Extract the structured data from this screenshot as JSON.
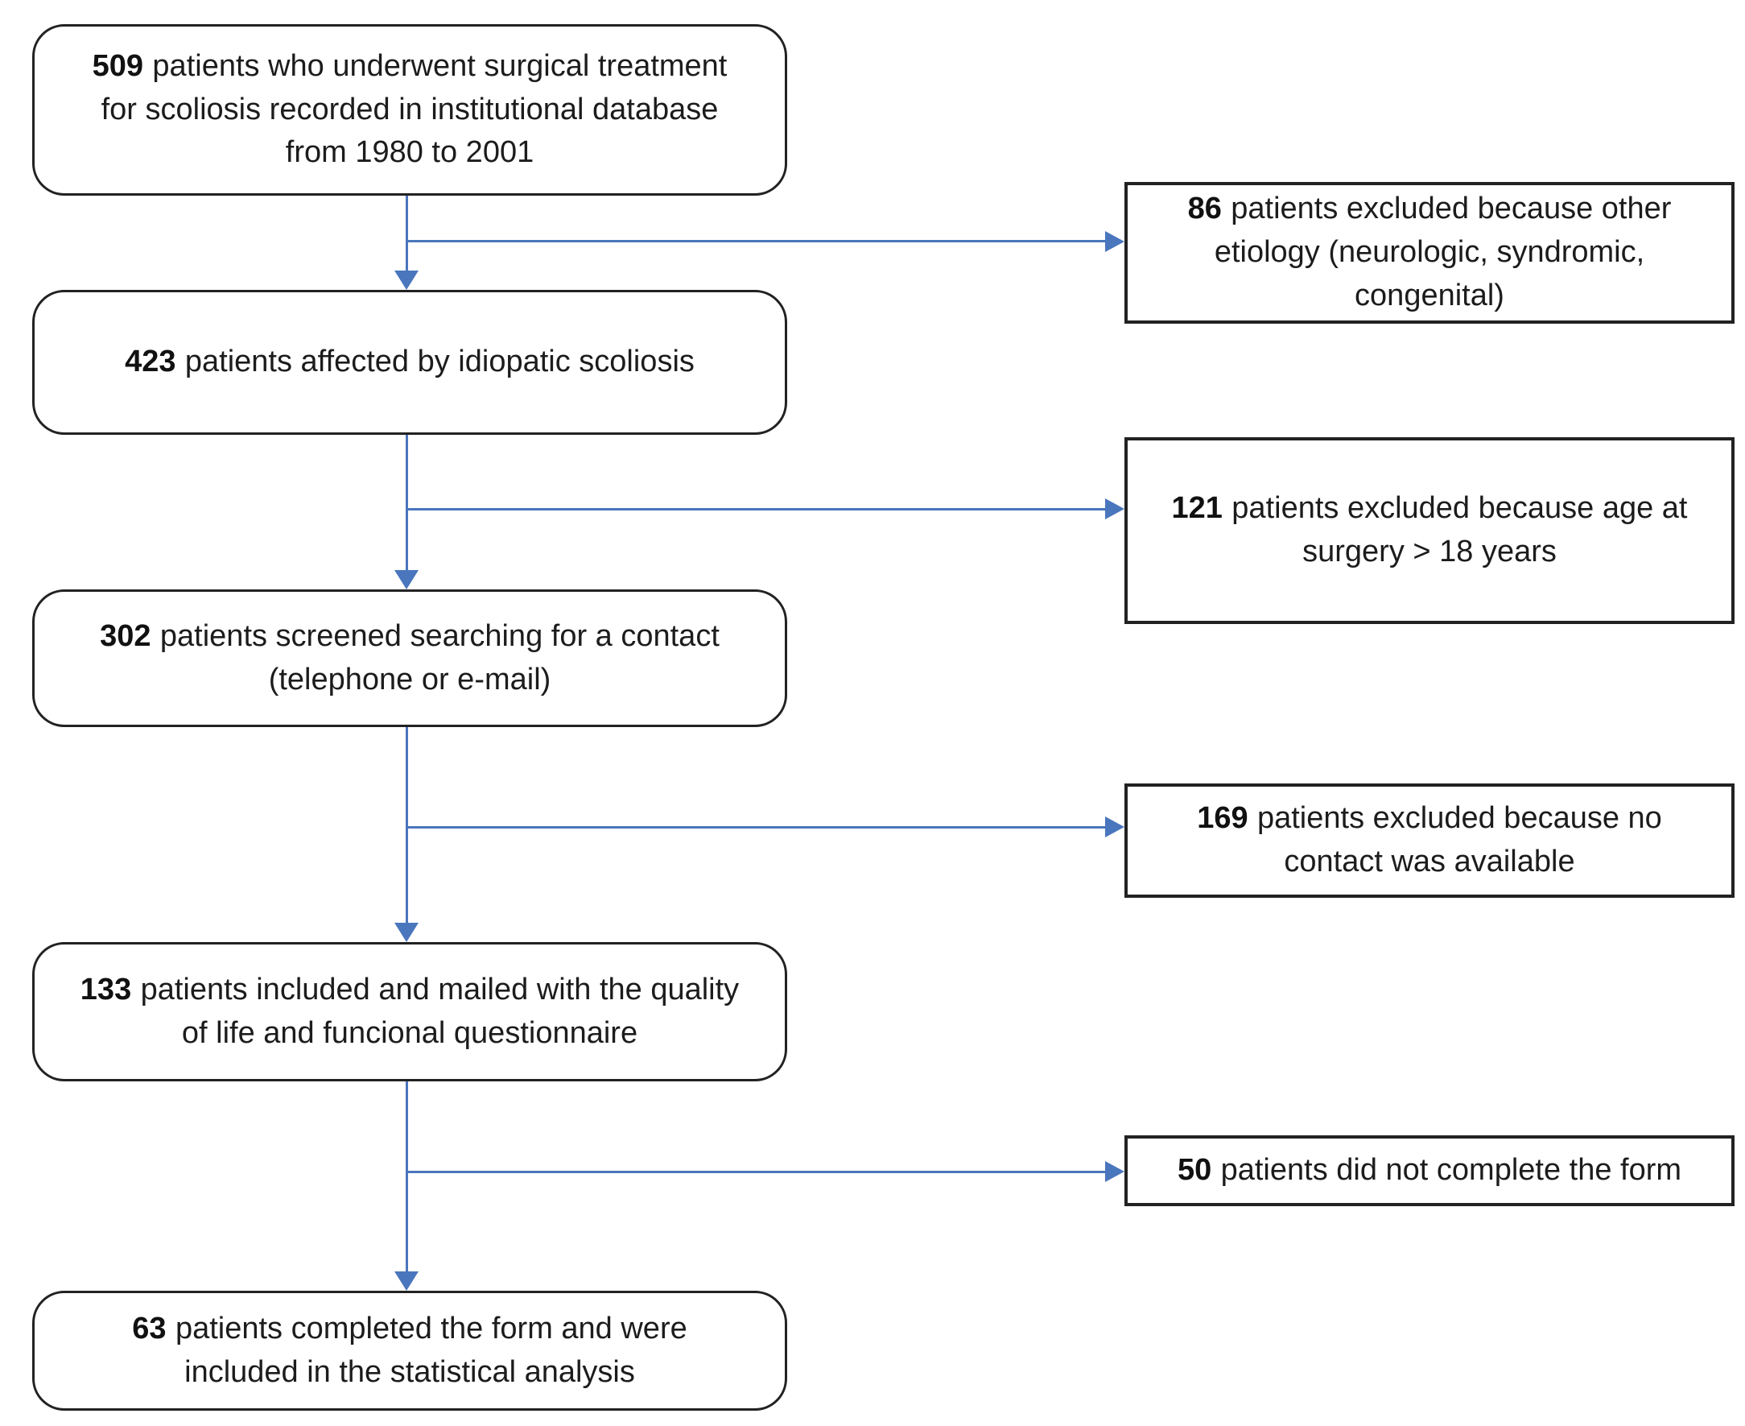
{
  "figure": {
    "type": "patient-flow-diagram",
    "background_color": "#ffffff",
    "box_border_color": "#222222",
    "arrow_color": "#4a76bd",
    "text_color": "#1c1c1c"
  },
  "flow": {
    "main": [
      {
        "count": "509",
        "text": "patients who underwent surgical treatment for scoliosis recorded in institutional database from 1980 to 2001"
      },
      {
        "count": "423",
        "text": "patients affected by idiopatic scoliosis"
      },
      {
        "count": "302",
        "text": "patients screened searching for a contact (telephone or e-mail)"
      },
      {
        "count": "133",
        "text": "patients included and mailed with the quality of life and funcional questionnaire"
      },
      {
        "count": "63",
        "text": "patients completed the form and were included in the statistical analysis"
      }
    ],
    "excluded": [
      {
        "count": "86",
        "text": "patients excluded because other etiology (neurologic, syndromic, congenital)"
      },
      {
        "count": "121",
        "text": "patients excluded because age at surgery > 18 years"
      },
      {
        "count": "169",
        "text": "patients excluded because no contact was available"
      },
      {
        "count": "50",
        "text": "patients did not complete the form"
      }
    ]
  }
}
